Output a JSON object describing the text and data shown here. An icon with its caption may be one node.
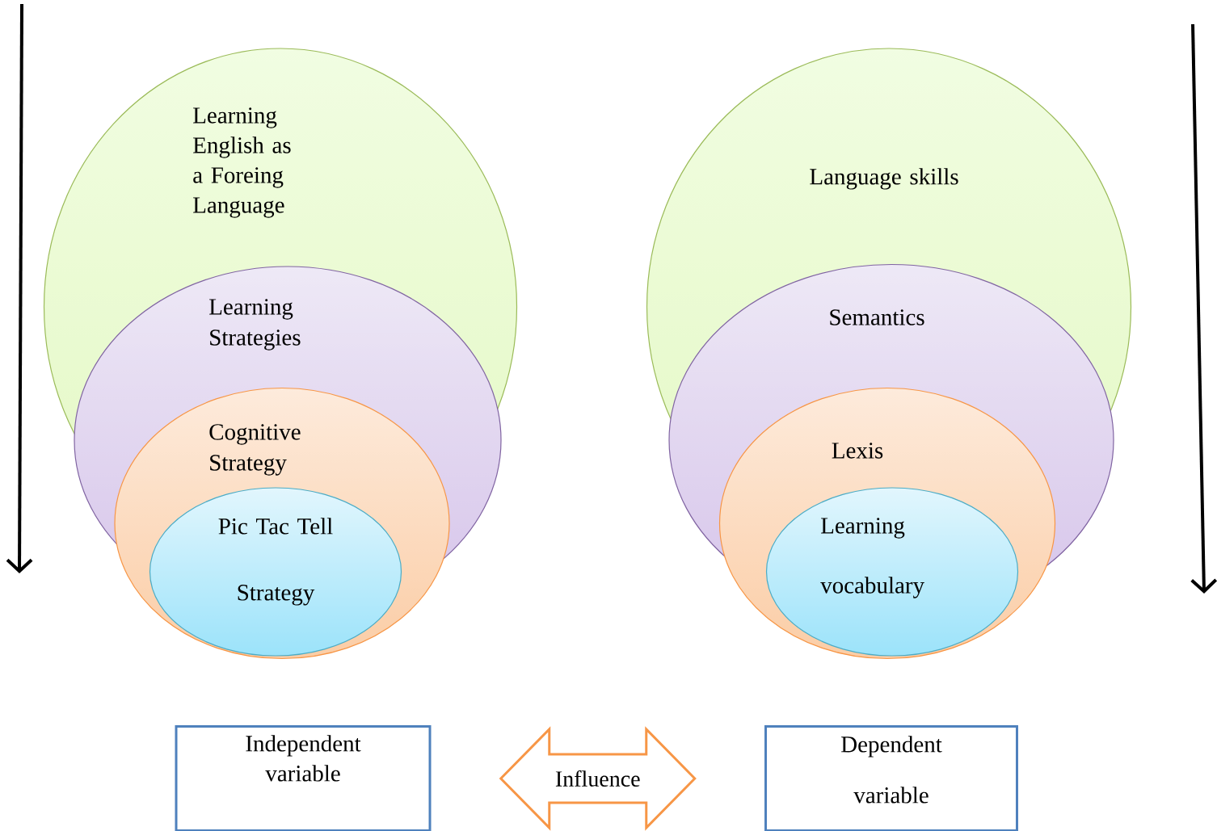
{
  "diagram": {
    "nodes": [
      {
        "text": [
          "Learning English as a Foreing Language"
        ]
      },
      {
        "text": [
          "Learning Strategies"
        ]
      },
      {
        "text": [
          "Cognitive Strategy"
        ]
      },
      {
        "text": [
          "Pic Tac Tell Strategy"
        ],
        "in": 2
      },
      {
        "text": [
          "Language skills"
        ]
      },
      {
        "text": [
          "Semantics"
        ]
      },
      {
        "text": [
          "Lexis"
        ]
      },
      {
        "text": [
          "Learning vocabulary"
        ],
        "in": 6
      },
      {
        "text": [
          "Independent variable"
        ]
      },
      {
        "text": [
          "Dependent variable"
        ]
      }
    ],
    "edges": [
      {
        "from": 8,
        "to": 9,
        "arrow": "both",
        "label": "Influence",
        "style": "thick",
        "color": "#f79646"
      }
    ]
  }
}
